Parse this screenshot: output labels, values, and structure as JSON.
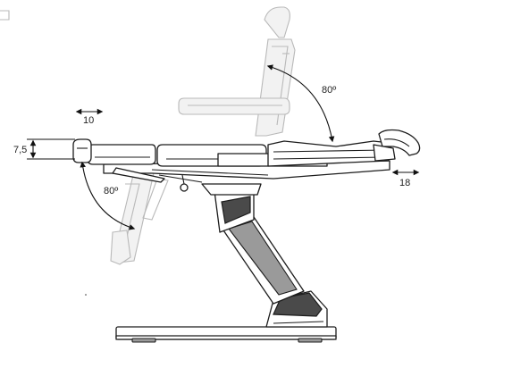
{
  "dimensions": {
    "armrest_shift": "10",
    "armrest_height": "7,5",
    "backrest_angle": "80º",
    "legrest_angle": "80º",
    "headrest_shift": "18"
  },
  "colors": {
    "outline": "#1c1c1c",
    "ghost": "#b9b9b9",
    "column_dark": "#4a4a4a"
  }
}
